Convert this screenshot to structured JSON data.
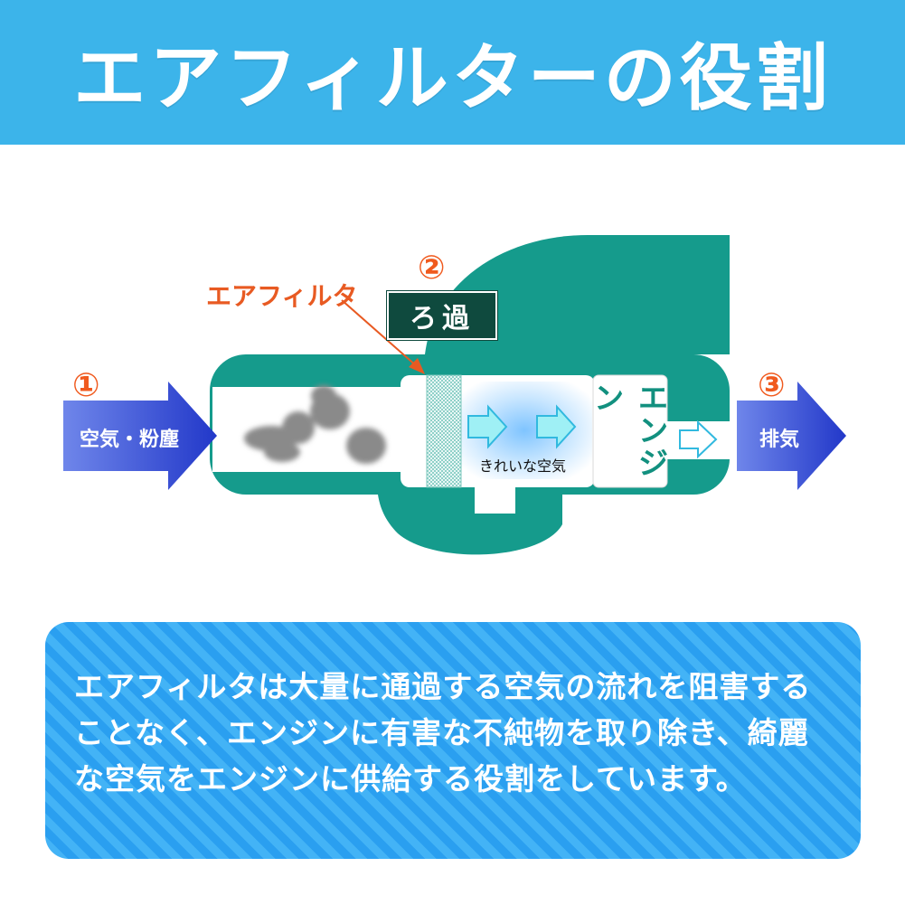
{
  "header": {
    "title": "エアフィルターの役割"
  },
  "diagram": {
    "step1": {
      "number": "①",
      "label": "空気・粉塵"
    },
    "step2": {
      "number": "②",
      "label": "ろ過"
    },
    "step3": {
      "number": "③",
      "label": "排気"
    },
    "filter_label": "エアフィルタ",
    "clean_air_label": "きれいな空気",
    "engine_label": "エンジン",
    "colors": {
      "housing": "#159b8c",
      "arrow_blue": "#2f4fd6",
      "clean_arrow": "#37c6e6",
      "pointer": "#e85a22",
      "process_box": "#0f4a3e"
    }
  },
  "description": {
    "line1": "エアフィルタは大量に通過する空気の流れを阻害する",
    "line2": "ことなく、エンジンに有害な不純物を取り除き、綺麗",
    "line3": "な空気をエンジンに供給する役割をしています。"
  }
}
